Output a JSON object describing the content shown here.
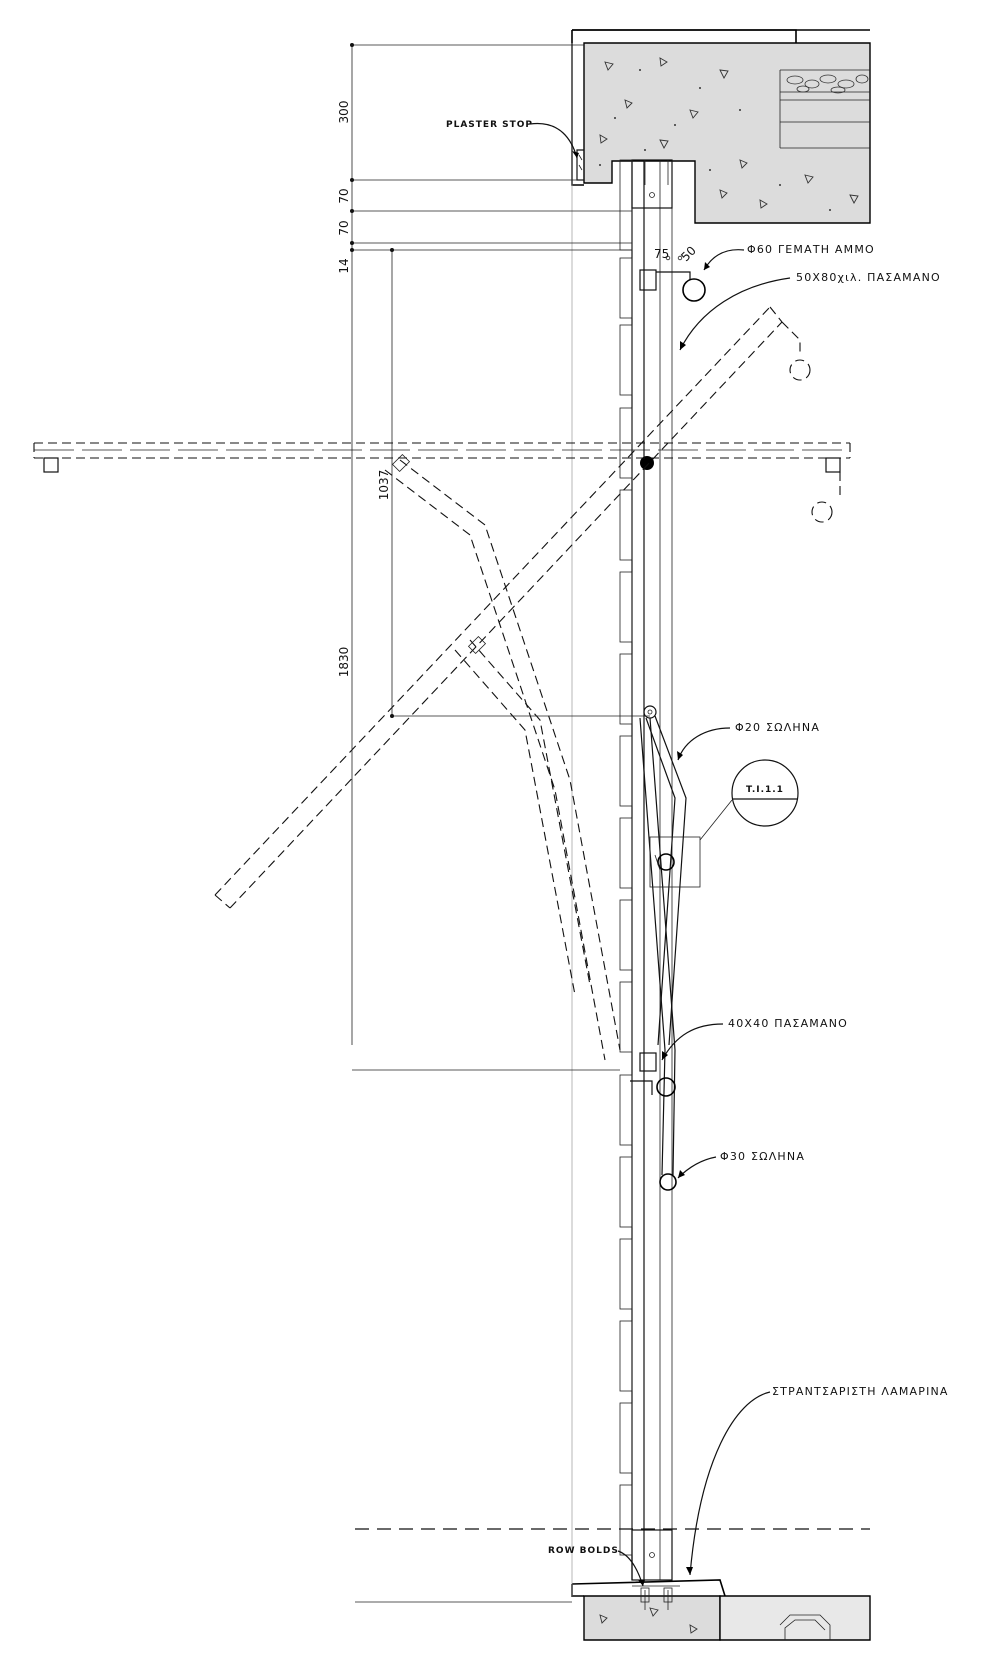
{
  "labels": {
    "plaster_stop": "PLASTER STOP",
    "phi60": "Φ60 ΓΕΜΑΤΗ ΑΜΜΟ",
    "flat50x80": "50Χ80χιλ. ΠΑΣΑΜΑΝΟ",
    "phi20": "Φ20 ΣΩΛΗΝΑ",
    "detail_ref": "T.I.1.1",
    "flat40x40": "40Χ40 ΠΑΣΑΜΑΝΟ",
    "phi30": "Φ30 ΣΩΛΗΝΑ",
    "sheet": "ΣΤΡΑΝΤΣΑΡΙΣΤΗ ΛΑΜΑΡΙΝΑ",
    "row_bolds": "ROW BOLDS"
  },
  "dimensions": {
    "d300": "300",
    "d70a": "70",
    "d70b": "70",
    "d14": "14",
    "d1037": "1037",
    "d1830": "1830",
    "d75": "75",
    "d50": "50"
  },
  "colors": {
    "ink": "#111111",
    "concrete": "#dcdcdc",
    "background": "#ffffff"
  }
}
